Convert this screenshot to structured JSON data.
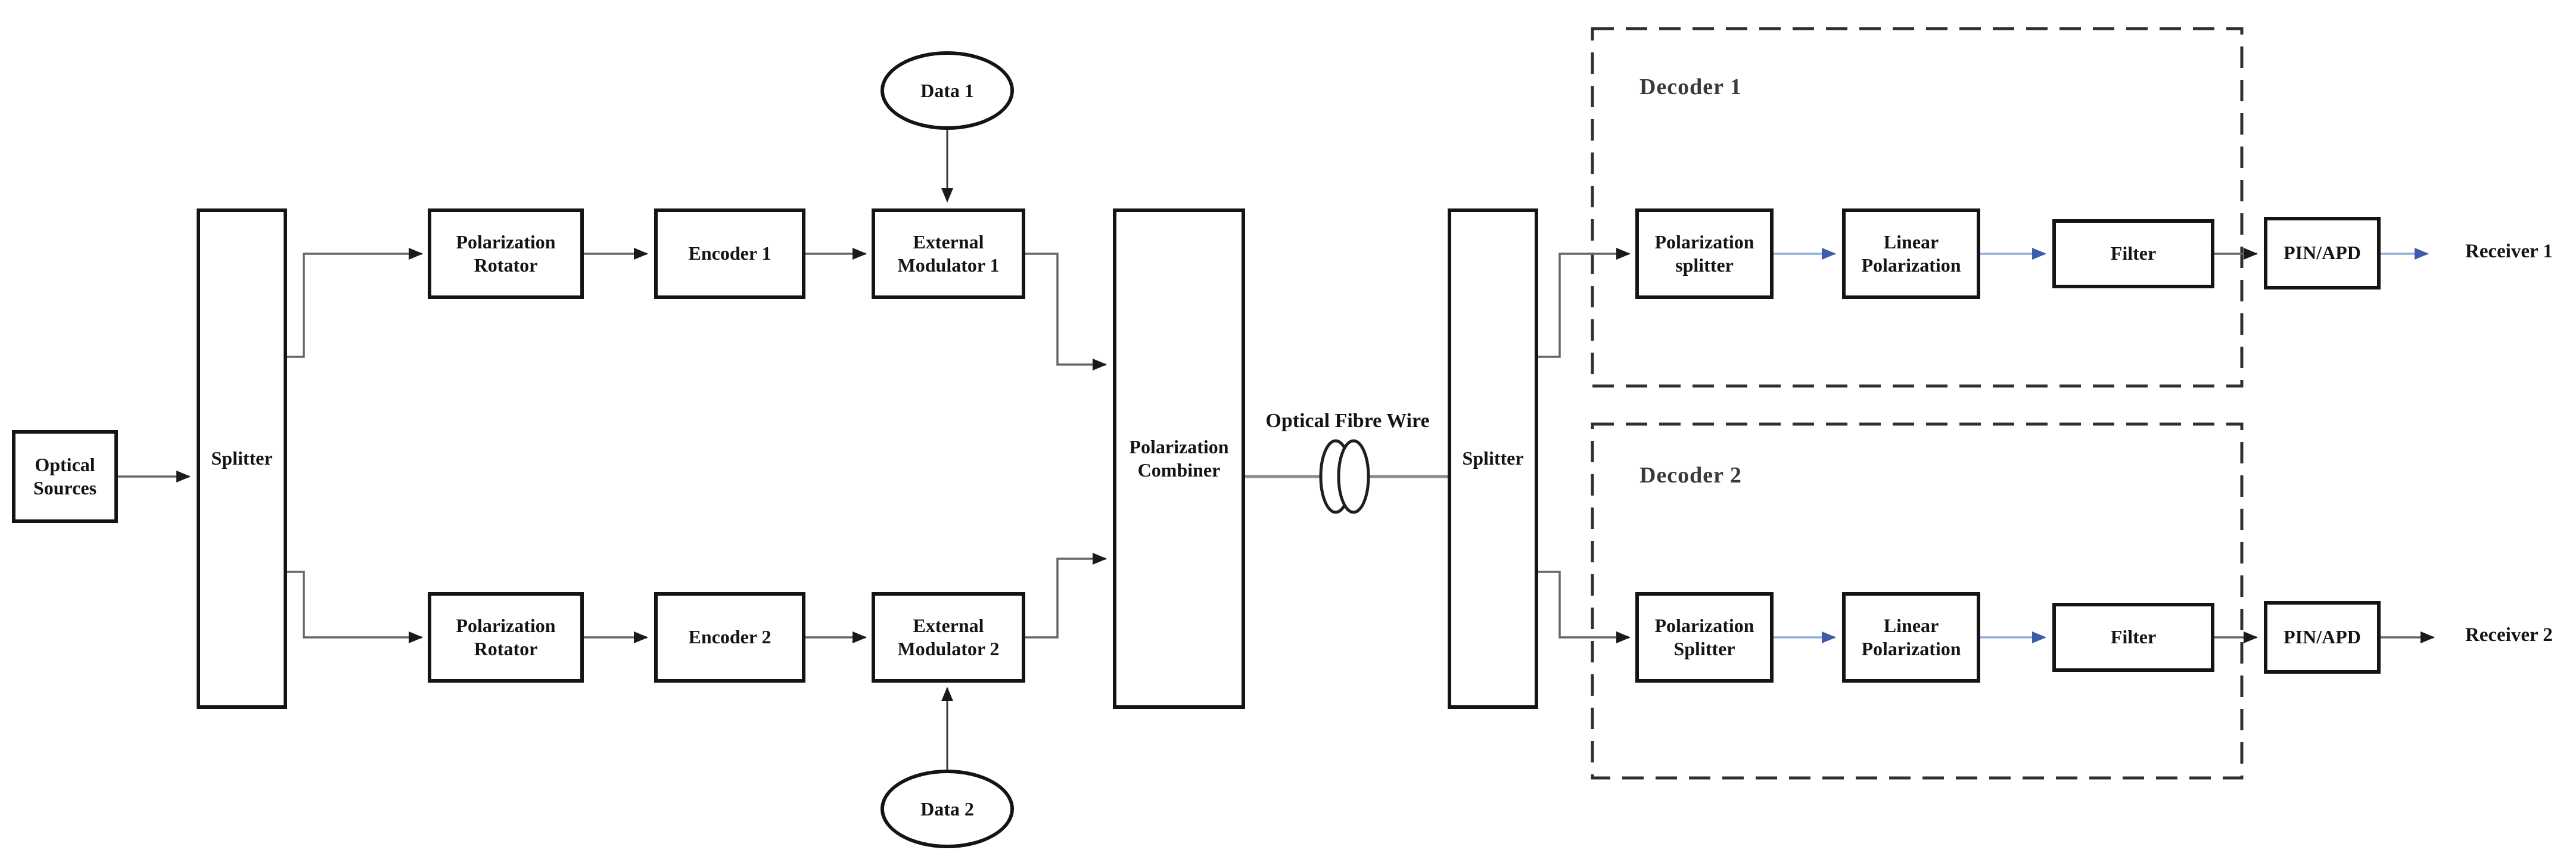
{
  "palette": {
    "background": "#ffffff",
    "box_border": "#141414",
    "text": "#141414",
    "wire": "#666666",
    "arrowhead": "#1a1a1a",
    "blue_wire": "#93aede",
    "blue_arrowhead": "#3d5da8",
    "dashed_border": "#2f2f2f",
    "decoder_title": "#3a3a3a"
  },
  "source_section": {
    "optical_sources": "Optical Sources",
    "splitter": "Splitter"
  },
  "encoding_top": {
    "rotator": "Polarization Rotator",
    "encoder": "Encoder 1",
    "modulator": "External Modulator 1",
    "data_input": "Data 1"
  },
  "encoding_bottom": {
    "rotator": "Polarization Rotator",
    "encoder": "Encoder 2",
    "modulator": "External Modulator 2",
    "data_input": "Data 2"
  },
  "channel": {
    "combiner": "Polarization Combiner",
    "fibre_label": "Optical Fibre Wire",
    "splitter": "Splitter"
  },
  "decoder_top": {
    "title": "Decoder 1",
    "pol_splitter": "Polarization splitter",
    "linear_pol": "Linear Polarization",
    "filter": "Filter",
    "detector": "PIN/APD",
    "receiver": "Receiver 1"
  },
  "decoder_bottom": {
    "title": "Decoder 2",
    "pol_splitter": "Polarization Splitter",
    "linear_pol": "Linear Polarization",
    "filter": "Filter",
    "detector": "PIN/APD",
    "receiver": "Receiver 2"
  }
}
